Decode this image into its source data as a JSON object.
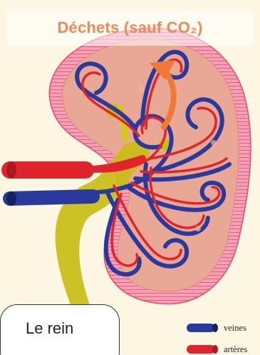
{
  "title": {
    "text": "Déchets (sauf CO₂)"
  },
  "label": {
    "text": "Le rein"
  },
  "legend": {
    "veins": "veines",
    "arteries": "artères"
  },
  "colors": {
    "vein": "#2a3a9c",
    "artery": "#e0242b",
    "arrow": "#f07a35",
    "ureter": "#c9bd15",
    "cortex_pink": "#f07a94",
    "medulla": "#e6a58f"
  }
}
